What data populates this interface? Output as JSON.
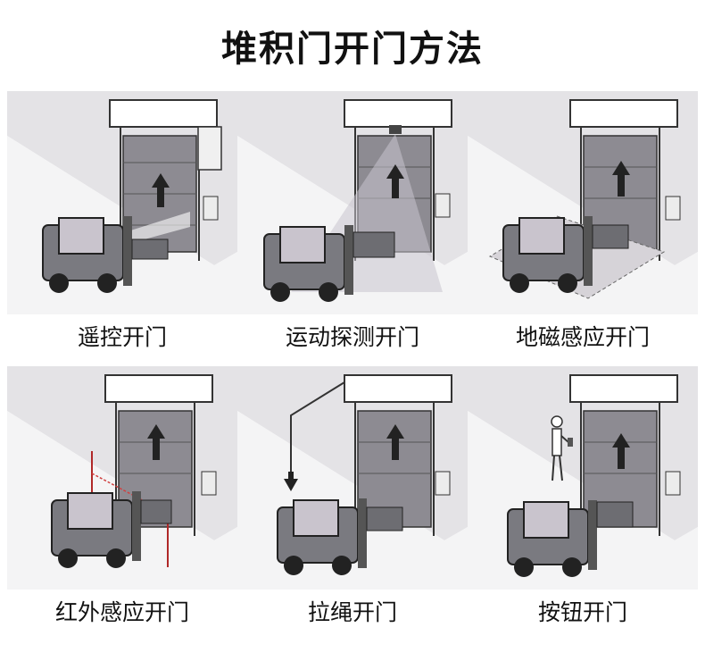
{
  "title": "堆积门开门方法",
  "methods": [
    {
      "label": "遥控开门"
    },
    {
      "label": "运动探测开门"
    },
    {
      "label": "地磁感应开门"
    },
    {
      "label": "红外感应开门"
    },
    {
      "label": "拉绳开门"
    },
    {
      "label": "按钮开门"
    }
  ],
  "colors": {
    "scene_bg": "#e4e3e6",
    "floor": "#f4f4f5",
    "forklift": "#7a7a80",
    "door_panel": "#8d8b92",
    "beam": "#c9c4cd"
  },
  "icons": [
    "up-arrow-icon",
    "down-arrow-icon",
    "control-box-icon",
    "forklift-icon",
    "person-icon"
  ]
}
